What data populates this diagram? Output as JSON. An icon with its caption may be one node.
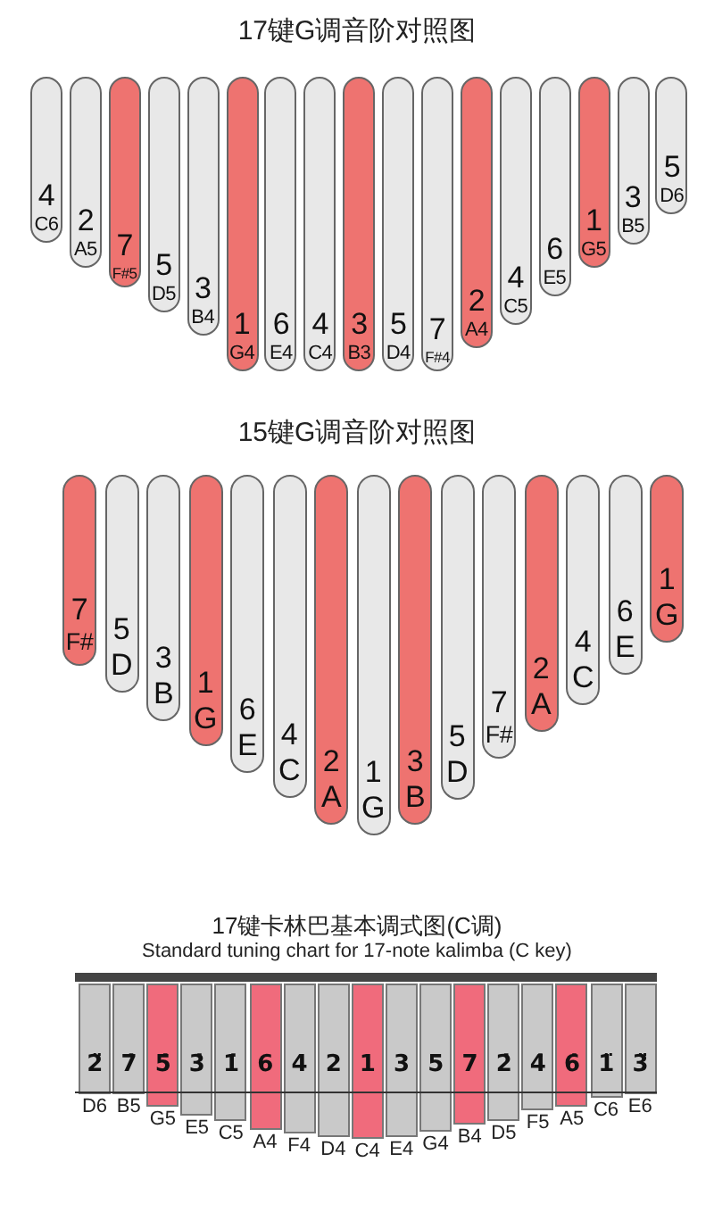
{
  "diagram": {
    "nodes": [
      {
        "text": [
          "4",
          "C6"
        ]
      },
      {
        "text": [
          "2",
          "A5"
        ]
      },
      {
        "text": [
          "7",
          "F#5"
        ]
      },
      {
        "text": [
          "5",
          "D5"
        ]
      },
      {
        "text": [
          "3",
          "B4"
        ]
      },
      {
        "text": [
          "1",
          "G4"
        ]
      },
      {
        "text": [
          "6",
          "E4"
        ]
      },
      {
        "text": [
          "4",
          "C4"
        ]
      },
      {
        "text": [
          "3",
          "B3"
        ]
      },
      {
        "text": [
          "5",
          "D4"
        ]
      },
      {
        "text": [
          "7",
          "F#4"
        ]
      },
      {
        "text": [
          "2",
          "A4"
        ]
      },
      {
        "text": [
          "4",
          "C5"
        ]
      },
      {
        "text": [
          "6",
          "E5"
        ]
      },
      {
        "text": [
          "1",
          "G5"
        ]
      },
      {
        "text": [
          "3",
          "B5"
        ]
      },
      {
        "text": [
          "5",
          "D6"
        ]
      },
      {
        "text": [
          "7",
          "F#"
        ]
      },
      {
        "text": [
          "5",
          "D"
        ]
      },
      {
        "text": [
          "3",
          "B"
        ]
      },
      {
        "text": [
          "1",
          "G"
        ]
      },
      {
        "text": [
          "6",
          "E"
        ]
      },
      {
        "text": [
          "4",
          "C"
        ]
      },
      {
        "text": [
          "2",
          "A"
        ]
      },
      {
        "text": [
          "1",
          "G"
        ]
      },
      {
        "text": [
          "3",
          "B"
        ]
      },
      {
        "text": [
          "5",
          "D"
        ]
      },
      {
        "text": [
          "7",
          "F#"
        ]
      },
      {
        "text": [
          "2",
          "A"
        ]
      },
      {
        "text": [
          "4",
          "C"
        ]
      },
      {
        "text": [
          "6",
          "E"
        ]
      },
      {
        "text": [
          "1",
          "G"
        ]
      },
      {
        "text": [
          "2̈"
        ],
        "beside": [
          "D6"
        ]
      },
      {
        "text": [
          "7̇"
        ],
        "beside": [
          "B5"
        ]
      },
      {
        "text": [
          "5̇"
        ],
        "beside": [
          "G5"
        ]
      },
      {
        "text": [
          "3̇"
        ],
        "beside": [
          "E5"
        ]
      },
      {
        "text": [
          "1̇"
        ],
        "beside": [
          "C5"
        ]
      },
      {
        "text": [
          "6"
        ],
        "beside": [
          "A4"
        ]
      },
      {
        "text": [
          "4"
        ],
        "beside": [
          "F4"
        ]
      },
      {
        "text": [
          "2"
        ],
        "beside": [
          "D4"
        ]
      },
      {
        "text": [
          "1"
        ],
        "beside": [
          "C4"
        ]
      },
      {
        "text": [
          "3"
        ],
        "beside": [
          "E4"
        ]
      },
      {
        "text": [
          "5"
        ],
        "beside": [
          "G4"
        ]
      },
      {
        "text": [
          "7"
        ],
        "beside": [
          "B4"
        ]
      },
      {
        "text": [
          "2̇"
        ],
        "beside": [
          "D5"
        ]
      },
      {
        "text": [
          "4̇"
        ],
        "beside": [
          "F5"
        ]
      },
      {
        "text": [
          "6̇"
        ],
        "beside": [
          "A5"
        ]
      },
      {
        "text": [
          "1̈"
        ],
        "beside": [
          "C6"
        ]
      },
      {
        "text": [
          "3̈"
        ],
        "beside": [
          "E6"
        ]
      }
    ],
    "labels": [
      "17键G调音阶对照图",
      "15键G调音阶对照图",
      "17键卡林巴基本调式图(C调)",
      "Standard tuning chart for 17-note kalimba (C key)"
    ]
  }
}
